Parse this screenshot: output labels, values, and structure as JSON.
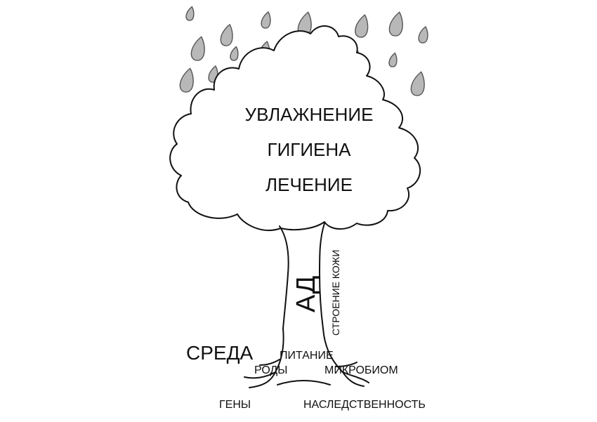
{
  "canopy": {
    "lines": [
      "УВЛАЖНЕНИЕ",
      "ГИГИЕНА",
      "ЛЕЧЕНИЕ"
    ]
  },
  "trunk": {
    "main_label": "АД",
    "side_label": "СТРОЕНИЕ КОЖИ"
  },
  "roots": {
    "environment": "СРЕДА",
    "nutrition": "ПИТАНИЕ",
    "births": "РОДЫ",
    "microbiome": "МИКРОБИОМ",
    "genes": "ГЕНЫ",
    "heredity": "НАСЛЕДСТВЕННОСТЬ"
  },
  "colors": {
    "raindrop_fill": "#b8b8b8",
    "raindrop_stroke": "#555555",
    "outline": "#111111"
  }
}
